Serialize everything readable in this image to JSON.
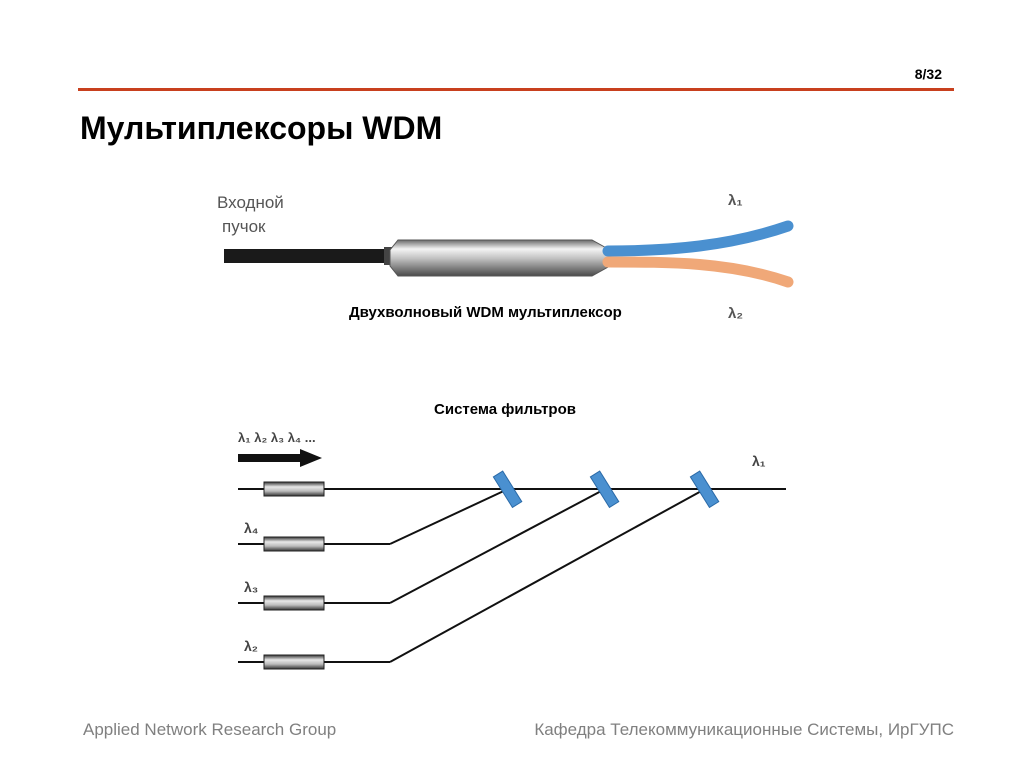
{
  "slide": {
    "page_number": "8/32",
    "title": "Мультиплексоры WDM",
    "accent_color": "#c8401e"
  },
  "mux_diagram": {
    "input_label_line1": "Входной",
    "input_label_line2": "пучок",
    "output1_label": "λ₁",
    "output2_label": "λ₂",
    "caption": "Двухволновый WDM мультиплексор",
    "fiber1_color": "#4a90d0",
    "fiber2_color": "#f0a878"
  },
  "filter_diagram": {
    "title": "Система фильтров",
    "input_wavelengths": "λ₁ λ₂ λ₃ λ₄ ...",
    "output_main_label": "λ₁",
    "branch_labels": [
      "λ₄",
      "λ₃",
      "λ₂"
    ],
    "filter_color": "#4a90d0"
  },
  "footer": {
    "left": "Applied Network Research Group",
    "right": "Кафедра Телекоммуникационные Системы, ИрГУПС"
  }
}
